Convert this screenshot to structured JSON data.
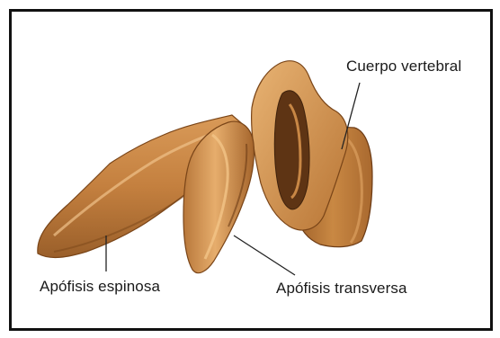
{
  "labels": {
    "vertebral_body": "Cuerpo vertebral",
    "spinous_process": "Apófisis espinosa",
    "transverse_process": "Apófisis transversa"
  },
  "colors": {
    "bone_light": "#e0a565",
    "bone_mid": "#c88745",
    "bone_dark": "#8a5426",
    "bone_shadow": "#5e3414",
    "frame": "#111111",
    "leader": "#222222"
  }
}
